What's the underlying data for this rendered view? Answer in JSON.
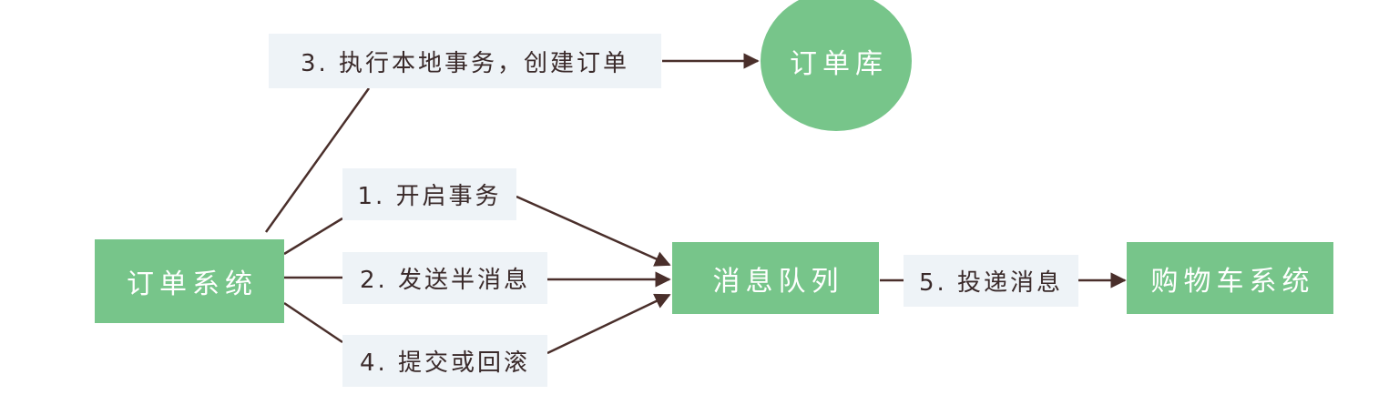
{
  "diagram": {
    "nodes": {
      "order_system": "订单系统",
      "order_db": "订单库",
      "message_queue": "消息队列",
      "cart_system": "购物车系统"
    },
    "edges": {
      "step1": "1. 开启事务",
      "step2": "2. 发送半消息",
      "step3": "3. 执行本地事务，创建订单",
      "step4": "4. 提交或回滚",
      "step5": "5. 投递消息"
    },
    "colors": {
      "node_fill": "#77c58a",
      "node_text": "#ffffff",
      "label_fill": "#eef3f7",
      "line": "#4a2f2b"
    }
  }
}
